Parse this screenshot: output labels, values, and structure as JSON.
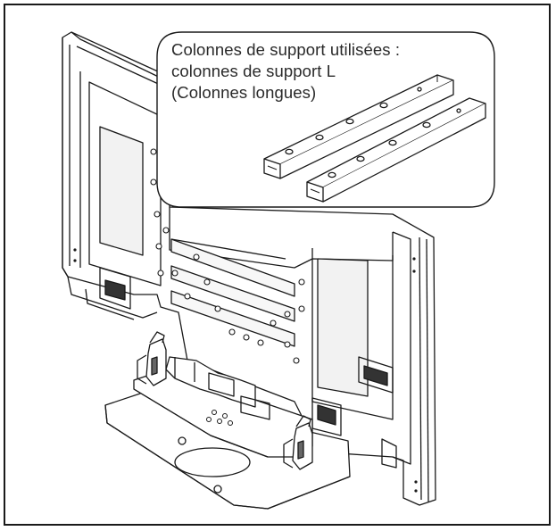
{
  "callout": {
    "lines": [
      "Colonnes de support utilisées :",
      "colonnes de support L",
      "(Colonnes longues)"
    ]
  },
  "colors": {
    "line": "#1a1a1a",
    "fill": "#ffffff",
    "shade": "#e6e6e6"
  },
  "icons": {
    "tv": "plasma-tv-rear-view-illustration",
    "stand": "tv-stand-base-illustration",
    "columns": "support-columns-illustration"
  }
}
